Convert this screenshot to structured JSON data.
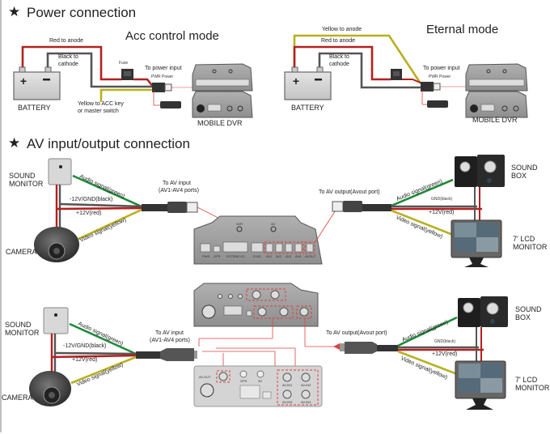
{
  "sections": {
    "power": {
      "title": "Power connection",
      "star_icon": "★",
      "acc": {
        "mode_title": "Acc control mode",
        "red_label": "Red to anode",
        "black_label_1": "Black to",
        "black_label_2": "cathode",
        "fuse_label": "Fuse",
        "power_input_label": "To power input",
        "pwr_label": "PWR Power",
        "yellow_label_1": "Yellow to ACC key",
        "yellow_label_2": "or master switch",
        "battery_label": "BATTERY",
        "dvr_label": "MOBILE DVR"
      },
      "eternal": {
        "mode_title": "Eternal mode",
        "yellow_label": "Yellow to anode",
        "red_label": "Red to anode",
        "black_label_1": "Black to",
        "black_label_2": "cathode",
        "power_input_label": "To power input",
        "pwr_label": "PWR Power",
        "battery_label": "BATTERY",
        "dvr_label": "MOBILE DVR"
      }
    },
    "av": {
      "title": "AV input/output connection",
      "star_icon": "★",
      "top": {
        "sound_monitor_1": "SOUND",
        "sound_monitor_2": "MONITOR",
        "camera": "CAMERA",
        "audio_in": "Audio signal(green)",
        "gnd_in": "-12V/GND(black)",
        "plus12_in": "+12V(red)",
        "video_in": "Video signal(yellow)",
        "av_input_1": "To AV input",
        "av_input_2": "(AV1-AV4 ports)",
        "av_output": "To AV output(Avout port)",
        "audio_out": "Audio signal(green)",
        "gnd_out": "GND(black)",
        "plus12_out": "+12V(red)",
        "video_out": "Video signal(yellow)",
        "sound_box_1": "SOUND",
        "sound_box_2": "BOX",
        "lcd_1": "7' LCD",
        "lcd_2": "MONITOR",
        "ports": [
          "PWR",
          "GPS",
          "EXTEND I/O",
          "RJ45",
          "AV1",
          "AV2",
          "AV3",
          "AV4",
          "AVOUT"
        ],
        "top_ports": [
          "WIFI",
          "3G"
        ]
      },
      "bottom": {
        "sound_monitor_1": "SOUND",
        "sound_monitor_2": "MONITOR",
        "camera": "CAMERA",
        "audio_in": "Audio signal(green)",
        "gnd_in": "-12V/GND(black)",
        "plus12_in": "+12V(red)",
        "video_in": "Video signal(yellow)",
        "av_input_1": "To AV input",
        "av_input_2": "(AV1-AV4 ports)",
        "av_output": "To AV output(Avout port)",
        "audio_out": "Audio signal(green)",
        "gnd_out": "GND(black)",
        "plus12_out": "+12V(red)",
        "video_out": "Video signal(yellow)",
        "sound_box_1": "SOUND",
        "sound_box_2": "BOX",
        "lcd_1": "7' LCD",
        "lcd_2": "MONITOR",
        "panel_labels": [
          "AV-OUT",
          "GPS",
          "3G",
          "AV-IN1",
          "AV-IN2",
          "AV-IN3",
          "AV-IN4"
        ]
      }
    }
  },
  "colors": {
    "red_wire": "#b52020",
    "black_wire": "#555555",
    "yellow_wire": "#b8b020",
    "green_wire": "#1e8a3a",
    "callout": "#e04040",
    "device": "#9a9a9a"
  }
}
